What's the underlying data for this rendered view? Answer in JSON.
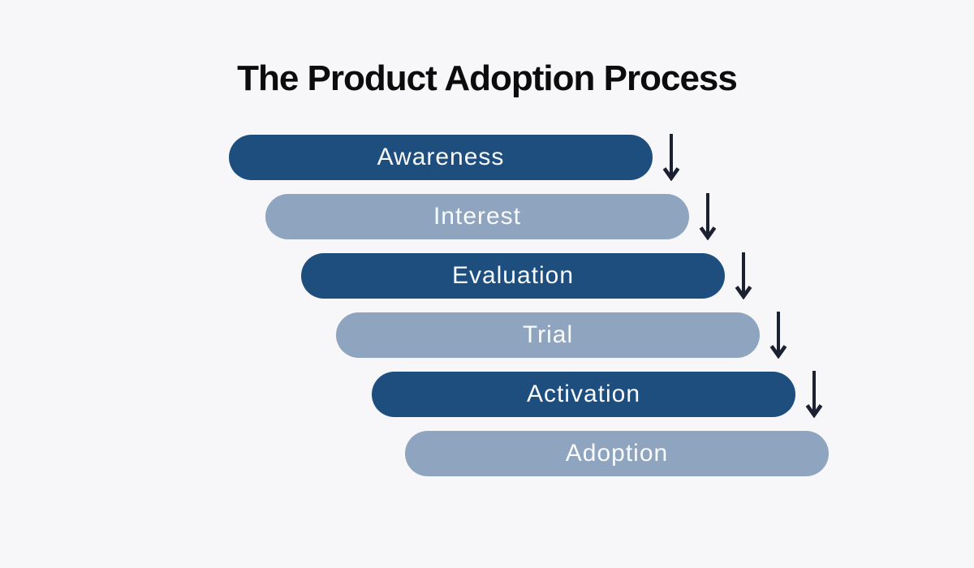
{
  "title": "The Product Adoption Process",
  "colors": {
    "background": "#f7f7f9",
    "dark_pill": "#1d4e7e",
    "light_pill": "#8fa4bf",
    "pill_text": "#fafbfd",
    "title_text": "#0c0c0c",
    "arrow": "#1b2130"
  },
  "stages": [
    {
      "label": "Awareness",
      "variant": "dark",
      "has_arrow": true
    },
    {
      "label": "Interest",
      "variant": "light",
      "has_arrow": true
    },
    {
      "label": "Evaluation",
      "variant": "dark",
      "has_arrow": true
    },
    {
      "label": "Trial",
      "variant": "light",
      "has_arrow": true
    },
    {
      "label": "Activation",
      "variant": "dark",
      "has_arrow": true
    },
    {
      "label": "Adoption",
      "variant": "light",
      "has_arrow": false
    }
  ],
  "icons": {
    "down_arrow": "down-arrow-icon"
  }
}
